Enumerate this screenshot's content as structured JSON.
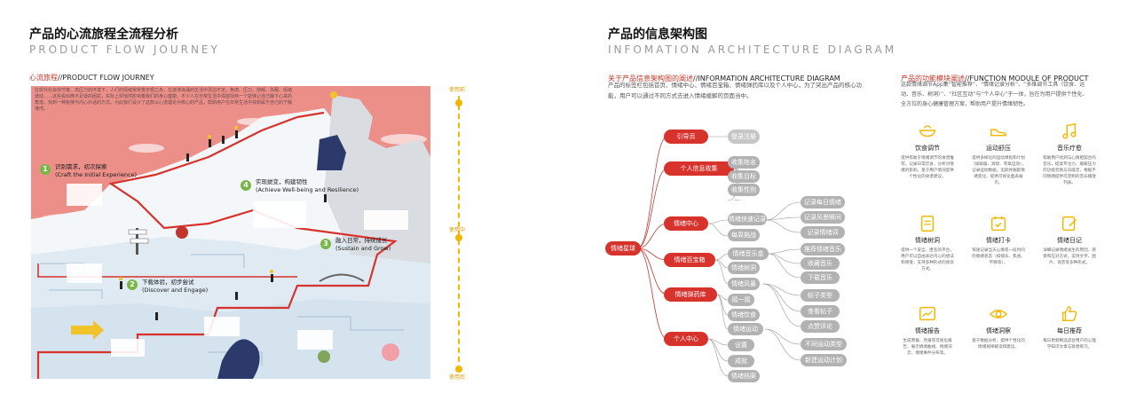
{
  "left": {
    "title_cn": "产品的心流旅程全流程分析",
    "title_en": "PRODUCT FLOW JOURNEY",
    "subtitle_cn": "心流旅程",
    "subtitle_en": "//PRODUCT FLOW JOURNEY",
    "intro": "在现代社会快节奏、高压力的环境下，人们的情绪常常像无根之舟，在波涛汹涌的生活中漂泊不定。焦虑、压力、抑郁、失眠、情绪波动……这些看似微不足道的困扰，实际上却悄然影响着我们的身心健康。不少人在日常生活中渴望找到一个能够让自己静下心来的角落，找到一种能够与内心对话的方式。为此我们设计了这款以心流理论为核心的产品，帮助用户在日常生活中找到属于自己的宁静港湾。",
    "steps": [
      {
        "num": "1",
        "cn": "识别需求，初次探索",
        "en": "(Craft the Initial Experience)"
      },
      {
        "num": "2",
        "cn": "下载体验，初步尝试",
        "en": "(Discover and Engage)"
      },
      {
        "num": "3",
        "cn": "融入日常，持续成长",
        "en": "(Sustain and Grow)"
      },
      {
        "num": "4",
        "cn": "实现蜕变，构建韧性",
        "en": "(Achieve Well-being and Resilience)"
      }
    ],
    "scale": {
      "top": "使用前",
      "mid": "使用中",
      "bottom": "使用后"
    }
  },
  "right": {
    "title_cn": "产品的信息架构图",
    "title_en": "INFOMATION ARCHITECTURE DIAGRAM",
    "about_cn": "关于产品信息架构图的阐述",
    "about_en": "//INFORMATION ARCHITECTURE DIAGRAM",
    "about_text": "产品的标签栏包括首页、情绪中心、情绪百宝箱、情绪弹药库以及个人中心，为了突出产品的核心功能，用户可以通过不同方式去进入情绪缓解的页面当中。",
    "module_cn": "产品的功能模块阐述",
    "module_en": "//FUNCTION MODULE OF PRODUCT",
    "module_text": "这款情绪调节App集“智能推荐”、“情绪记录分析”、“多维调节工具（饮食、运动、音乐、树洞）”、“社区互动”与“个人中心”于一体，旨在为用户提供个性化、全方位的身心健康管理方案，帮助用户提升情绪韧性。",
    "root": "情绪星球",
    "level1": [
      "引导页",
      "个人信息收集",
      "情绪中心",
      "情绪百宝箱",
      "情绪弹药库",
      "个人中心"
    ],
    "level2": [
      "登录注册",
      "收集姓名",
      "收集目标",
      "收集性别",
      "…",
      "情绪快速记录",
      "每周挑战",
      "情绪音乐盒",
      "情绪树洞",
      "情绪风暴",
      "摇一摇",
      "情绪饮食",
      "情绪运动",
      "设置",
      "成就",
      "情绪档案"
    ],
    "level3": [
      "记录每日情绪",
      "记录风景瞬间",
      "记录情绪词",
      "推荐情绪音乐",
      "收藏音乐",
      "下载音乐",
      "帖子类型",
      "查看帖子",
      "点赞评论",
      "不同运动类型",
      "新建运动计划"
    ],
    "features": [
      {
        "icon": "bowl-icon",
        "title": "饮食调节",
        "desc": "提供有助于情绪调节的食谱推荐，记录日常饮食，分析对情绪的影响，基于用户情况提供个性化的食谱建议。"
      },
      {
        "icon": "shoe-icon",
        "title": "运动舒压",
        "desc": "提供多样化的运动课程和计划（如瑜伽、冥想、有氧运动），记录运动数据，追踪并跟踪情绪变化，提供可视化图表展示。"
      },
      {
        "icon": "music-icon",
        "title": "音乐疗愈",
        "desc": "帮助用户找到与心情相契合的音乐，提高专注力、缓解压力的功能音频与白噪音，根据不同情绪提供可定制的音乐播放列表。"
      },
      {
        "icon": "note-icon",
        "title": "情绪树洞",
        "desc": "提供一个安全、匿名的平台，用户可以自由表达内心的想法和感受，支持多种形式的倾诉方式。"
      },
      {
        "icon": "calendar-check-icon",
        "title": "情绪打卡",
        "desc": "快速记录当天心情或一段时间的情绪状态（如快乐、焦虑、平静等）。"
      },
      {
        "icon": "edit-icon",
        "title": "情绪日记",
        "desc": "详细记录情绪发生的原因、感受和应对方式，支持文字、图片、语音等多种形式。"
      },
      {
        "icon": "chart-icon",
        "title": "情绪报告",
        "desc": "生成周报、月报等可视化报告，展示情绪曲线、情绪词云、情绪事件分布等。"
      },
      {
        "icon": "eye-icon",
        "title": "情绪洞察",
        "desc": "基于数据分析，提供个性化的情绪规律解读和建议。"
      },
      {
        "icon": "thumbs-up-icon",
        "title": "每日推荐",
        "desc": "每日更新精选适合用户的心理学知识文章与冥想练习。"
      }
    ]
  }
}
